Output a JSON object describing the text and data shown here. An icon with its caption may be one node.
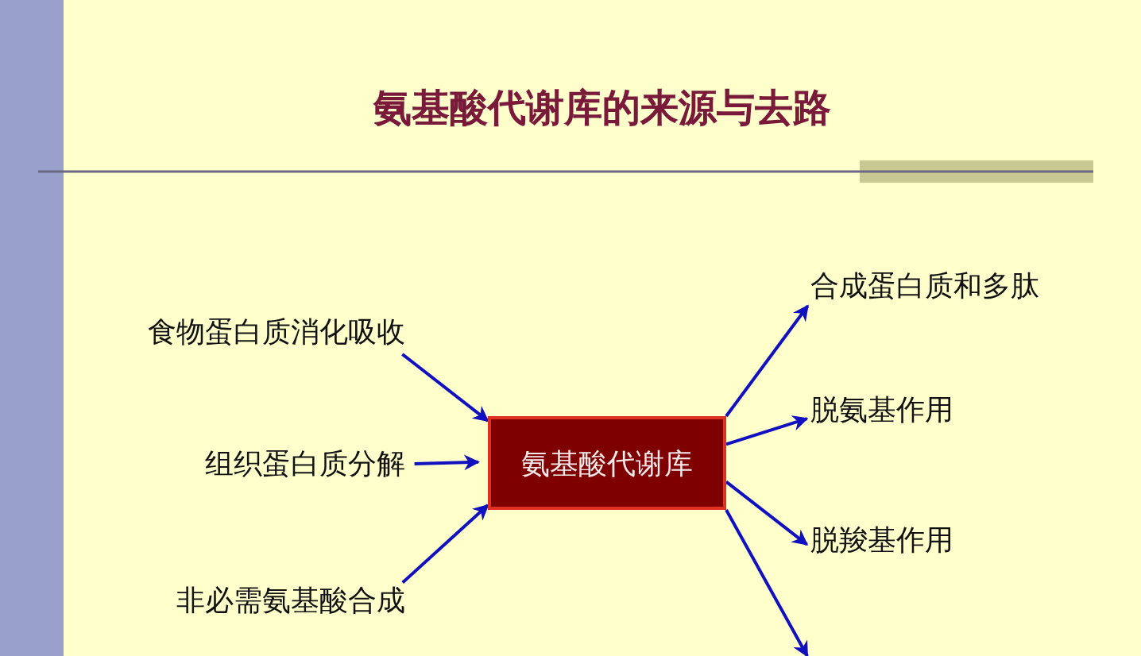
{
  "diagram": {
    "title": "氨基酸代谢库的来源与去路",
    "nodes": [
      {
        "text": [
          "食物蛋白质消化吸收"
        ]
      },
      {
        "text": [
          "组织蛋白质分解"
        ]
      },
      {
        "text": [
          "非必需氨基酸合成"
        ]
      },
      {
        "text": [
          "氨基酸代谢库"
        ]
      },
      {
        "text": [
          "合成蛋白质和多肽"
        ]
      },
      {
        "text": [
          "脱氨基作用"
        ]
      },
      {
        "text": [
          "脱羧基作用"
        ]
      }
    ],
    "edges": [
      {
        "from": 0,
        "to": 3,
        "arrow": "to"
      },
      {
        "from": 1,
        "to": 3,
        "arrow": "to"
      },
      {
        "from": 2,
        "to": 3,
        "arrow": "to"
      },
      {
        "from": 3,
        "to": 4,
        "arrow": "to"
      },
      {
        "from": 3,
        "to": 5,
        "arrow": "to"
      },
      {
        "from": 3,
        "to": 6,
        "arrow": "to"
      },
      {
        "from": 3,
        "to": null,
        "arrow": "to"
      }
    ]
  }
}
